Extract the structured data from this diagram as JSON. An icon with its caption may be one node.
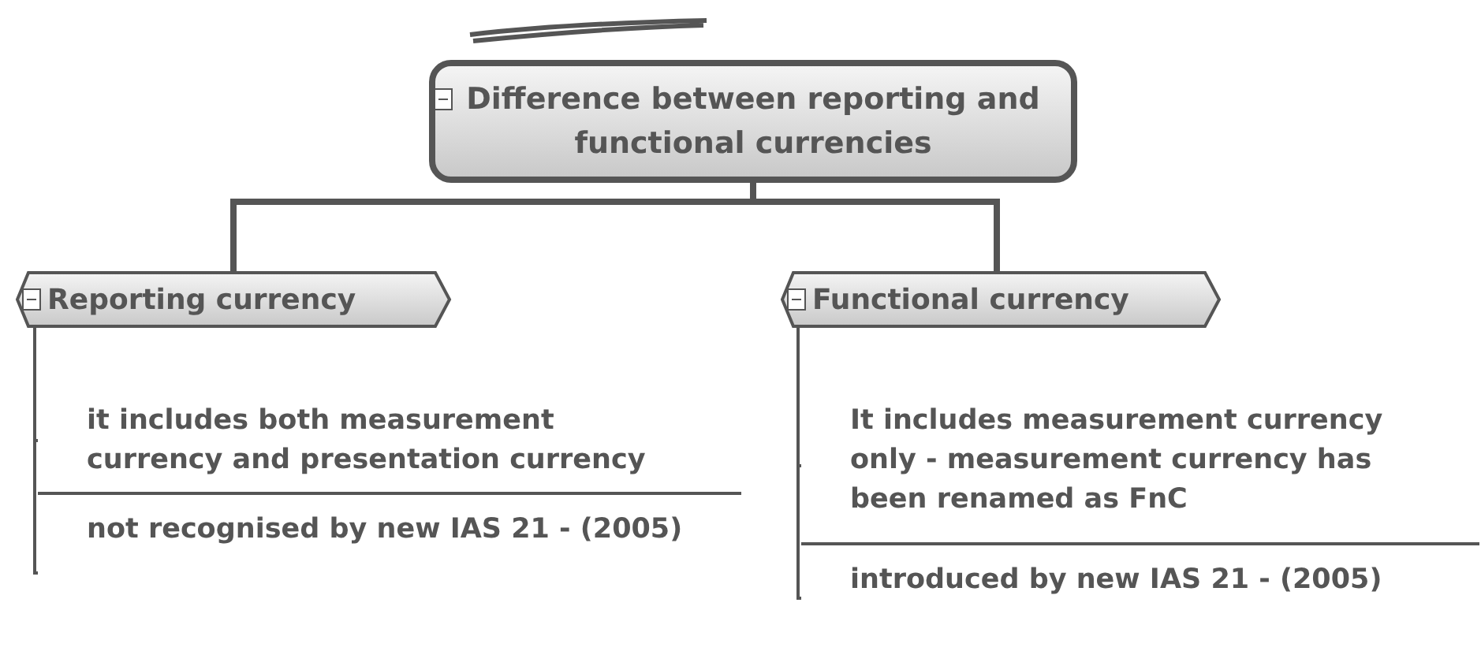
{
  "diagram": {
    "nodes": [
      {
        "text": [
          "Difference between reporting and functional currencies"
        ]
      },
      {
        "text": [
          "Reporting currency"
        ]
      },
      {
        "text": [
          "Functional currency"
        ]
      },
      {
        "text": [
          "it includes both measurement currency and presentation currency"
        ]
      },
      {
        "text": [
          "not recognised by new IAS 21 - (2005)"
        ]
      },
      {
        "text": [
          "It includes measurement currency only - measurement currency has been renamed as FnC"
        ]
      },
      {
        "text": [
          "introduced by new IAS 21 - (2005)"
        ]
      }
    ],
    "edges": [
      {
        "from": 0,
        "to": 1,
        "arrow": "none",
        "style": "thick"
      },
      {
        "from": 0,
        "to": 2,
        "arrow": "none",
        "style": "thick"
      },
      {
        "from": 1,
        "to": 3,
        "arrow": "none"
      },
      {
        "from": 1,
        "to": 4,
        "arrow": "none"
      },
      {
        "from": 2,
        "to": 5,
        "arrow": "none"
      },
      {
        "from": 2,
        "to": 6,
        "arrow": "none"
      }
    ]
  }
}
